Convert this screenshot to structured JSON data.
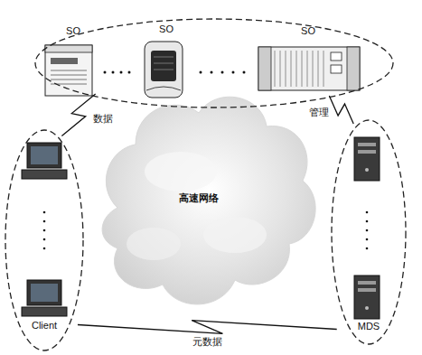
{
  "diagram": {
    "nodes": [
      {
        "text": []
      },
      {
        "text": [
          "SO"
        ],
        "in": 0
      },
      {
        "text": [
          "SO"
        ],
        "in": 0
      },
      {
        "text": [
          "SO"
        ],
        "in": 0
      },
      {
        "text": [
          "Client"
        ]
      },
      {
        "text": [
          "高速网络"
        ]
      },
      {
        "text": [
          "MDS"
        ]
      }
    ],
    "edges": [
      {
        "from": 4,
        "to": 0,
        "label": "数据",
        "arrow": "none"
      },
      {
        "from": 6,
        "to": 0,
        "label": "管理",
        "arrow": "none"
      },
      {
        "from": 4,
        "to": 6,
        "label": "元数据",
        "arrow": "none"
      }
    ]
  }
}
